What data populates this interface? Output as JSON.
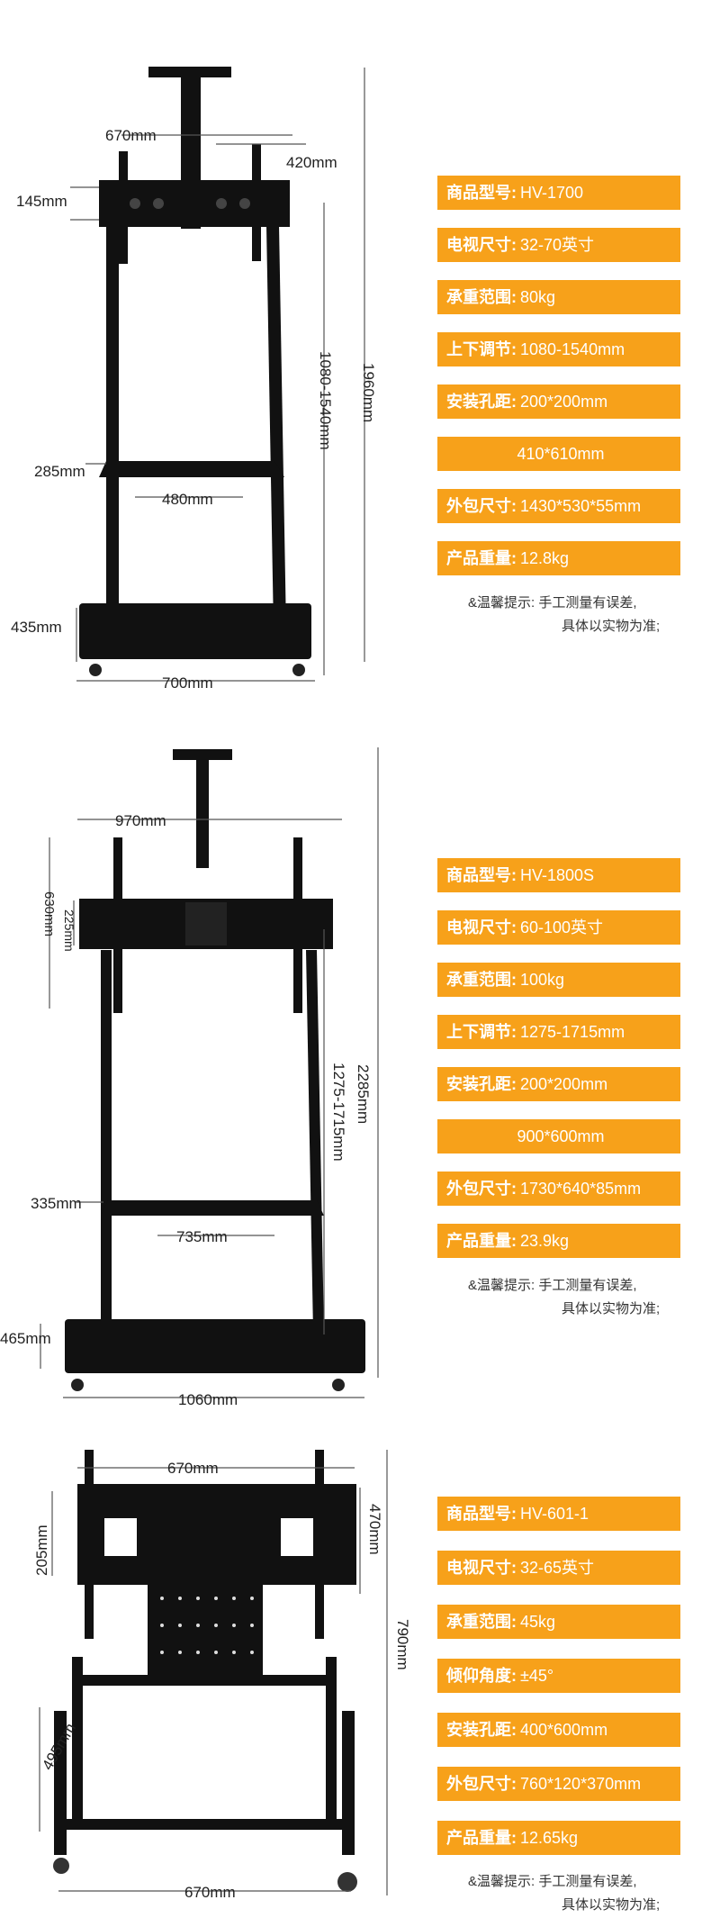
{
  "colors": {
    "accent": "#f7a11a",
    "stand": "#111111",
    "dim_line": "#555555"
  },
  "section1": {
    "dims": {
      "top_width": "670mm",
      "bracket_right": "420mm",
      "bracket_left": "145mm",
      "adjust": "1080-1540mm",
      "total_height": "1960mm",
      "shelf_height": "285mm",
      "shelf_width": "480mm",
      "base_height": "435mm",
      "base_width": "700mm"
    },
    "specs": [
      {
        "label": "商品型号:",
        "value": "HV-1700"
      },
      {
        "label": "电视尺寸:",
        "value": "32-70英寸"
      },
      {
        "label": "承重范围:",
        "value": "80kg"
      },
      {
        "label": "上下调节:",
        "value": "1080-1540mm"
      },
      {
        "label": "安装孔距:",
        "value": "200*200mm"
      },
      {
        "label": "",
        "value": "410*610mm"
      },
      {
        "label": "外包尺寸:",
        "value": "1430*530*55mm"
      },
      {
        "label": "产品重量:",
        "value": "12.8kg"
      }
    ],
    "note_line1": "&温馨提示:  手工测量有误差,",
    "note_line2": "具体以实物为准;"
  },
  "section2": {
    "dims": {
      "top_width": "970mm",
      "bracket_inner": "225mm",
      "bracket_outer": "630mm",
      "adjust": "1275-1715mm",
      "total_height": "2285mm",
      "shelf_height": "335mm",
      "shelf_width": "735mm",
      "base_height": "465mm",
      "base_width": "1060mm"
    },
    "specs": [
      {
        "label": "商品型号:",
        "value": "HV-1800S"
      },
      {
        "label": "电视尺寸:",
        "value": "60-100英寸"
      },
      {
        "label": "承重范围:",
        "value": "100kg"
      },
      {
        "label": "上下调节:",
        "value": "1275-1715mm"
      },
      {
        "label": "安装孔距:",
        "value": "200*200mm"
      },
      {
        "label": "",
        "value": "900*600mm"
      },
      {
        "label": "外包尺寸:",
        "value": "1730*640*85mm"
      },
      {
        "label": "产品重量:",
        "value": "23.9kg"
      }
    ],
    "note_line1": "&温馨提示:  手工测量有误差,",
    "note_line2": "具体以实物为准;"
  },
  "section3": {
    "dims": {
      "top_width": "670mm",
      "plate_height": "205mm",
      "bracket_height": "470mm",
      "total_height": "790mm",
      "leg_height": "495mm",
      "base_width": "670mm"
    },
    "specs": [
      {
        "label": "商品型号:",
        "value": "HV-601-1"
      },
      {
        "label": "电视尺寸:",
        "value": "32-65英寸"
      },
      {
        "label": "承重范围:",
        "value": "45kg"
      },
      {
        "label": "倾仰角度:",
        "value": "±45°"
      },
      {
        "label": "安装孔距:",
        "value": "400*600mm"
      },
      {
        "label": "外包尺寸:",
        "value": "760*120*370mm"
      },
      {
        "label": "产品重量:",
        "value": "12.65kg"
      }
    ],
    "note_line1": "&温馨提示:  手工测量有误差,",
    "note_line2": "具体以实物为准;"
  }
}
